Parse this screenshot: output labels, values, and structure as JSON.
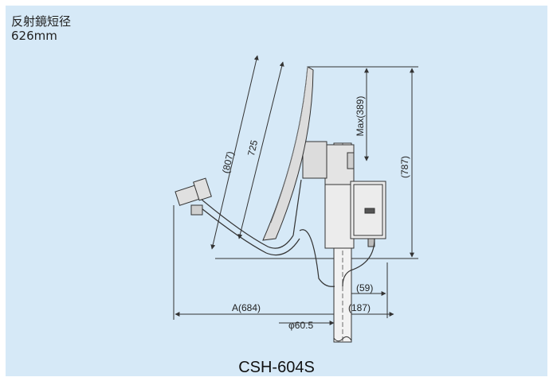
{
  "header": {
    "label": "反射鏡短径",
    "value": "626mm"
  },
  "dimensions": {
    "dish_outer": "(807)",
    "dish_inner": "725",
    "mast_top": "Max(389)",
    "total_height": "(787)",
    "mast_offset": "(59)",
    "mast_to_back": "(187)",
    "arm_reach": "A(684)",
    "pipe_diameter": "φ60.5"
  },
  "model": "CSH-604S",
  "colors": {
    "panel": "#d6e9f7",
    "line": "#333333",
    "mast_fill": "#f2f2f2"
  }
}
